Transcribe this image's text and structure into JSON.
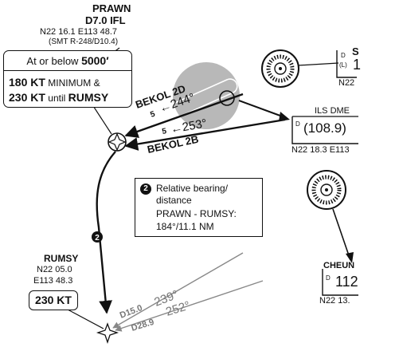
{
  "prawn": {
    "name": "PRAWN",
    "fix": "D7.0 IFL",
    "coords": "N22 16.1 E113 48.7",
    "radial": "(SMT R-248/D10.4)",
    "alt_prefix": "At or below",
    "alt_value": "5000′",
    "speed1": "180 KT",
    "speed1_suffix": "MINIMUM &",
    "speed2": "230 KT",
    "speed2_mid": "until",
    "speed2_fix": "RUMSY"
  },
  "routes": [
    {
      "name": "BEKOL 2D",
      "distance": "5",
      "course": "←244°"
    },
    {
      "name": "BEKOL 2B",
      "distance": "5",
      "course": "←253°"
    }
  ],
  "ils_dme": {
    "label": "ILS DME",
    "prefix": "D",
    "freq": "(108.9)",
    "coords": "N22 18.3 E113"
  },
  "top_right": {
    "letter_s": "S",
    "prefix": "D",
    "loc": "(L)",
    "digit": "1",
    "coords": "N22"
  },
  "note": {
    "number": "2",
    "line1": "Relative bearing/",
    "line2": "distance",
    "line3": "PRAWN - RUMSY:",
    "line4": "184°/11.1 NM"
  },
  "rumsy": {
    "name": "RUMSY",
    "lat": "N22 05.0",
    "lon": "E113 48.3",
    "speed": "230 KT"
  },
  "cheung": {
    "name": "CHEUN",
    "prefix": "D",
    "freq": "112",
    "coords": "N22 13."
  },
  "bearings": [
    {
      "dist": "D15.0",
      "deg": "239°"
    },
    {
      "dist": "D28.9",
      "deg": "252°"
    }
  ],
  "track_marker": "2"
}
